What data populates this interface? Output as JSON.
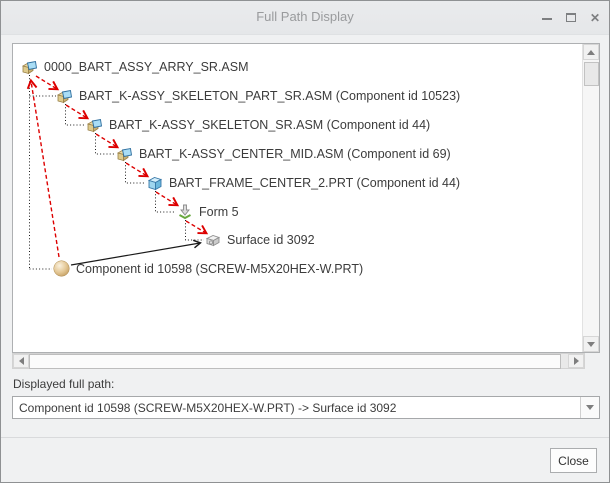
{
  "window": {
    "title": "Full Path Display"
  },
  "graph": {
    "nodes": [
      {
        "label": "0000_BART_ASSY_ARRY_SR.ASM",
        "icon": "assembly-icon"
      },
      {
        "label": "BART_K-ASSY_SKELETON_PART_SR.ASM (Component id 10523)",
        "icon": "assembly-icon"
      },
      {
        "label": "BART_K-ASSY_SKELETON_SR.ASM (Component id 44)",
        "icon": "assembly-icon"
      },
      {
        "label": "BART_K-ASSY_CENTER_MID.ASM (Component id 69)",
        "icon": "assembly-icon"
      },
      {
        "label": "BART_FRAME_CENTER_2.PRT (Component id 44)",
        "icon": "part-icon"
      },
      {
        "label": "Form 5",
        "icon": "form-feature-icon"
      },
      {
        "label": "Surface id 3092",
        "icon": "surface-icon"
      },
      {
        "label": "Component id 10598 (SCREW-M5X20HEX-W.PRT)",
        "icon": "component-sphere-icon"
      }
    ],
    "edge_colors": {
      "full_path_arrow": "#dd0000",
      "tree_connector": "#1a1a1a",
      "reference_arrow": "#1a1a1a"
    }
  },
  "footer": {
    "path_label": "Displayed full path:",
    "path_value": "Component id 10598 (SCREW-M5X20HEX-W.PRT) -> Surface id 3092",
    "close_label": "Close"
  }
}
